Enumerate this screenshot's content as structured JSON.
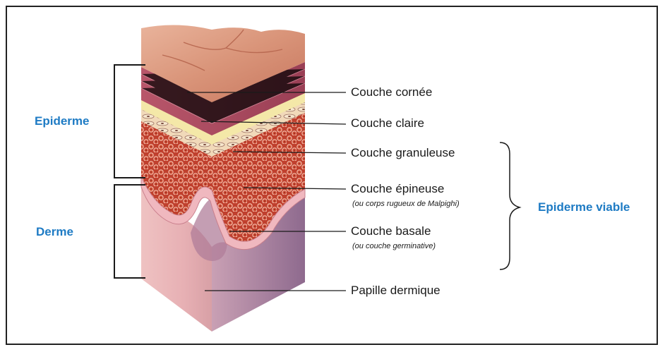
{
  "colors": {
    "accent": "#1e7bc4",
    "line": "#1a1a1a"
  },
  "side_labels": {
    "epiderme": "Epiderme",
    "derme": "Derme",
    "epiderme_viable": "Epiderme viable"
  },
  "layers": {
    "cornee": "Couche cornée",
    "claire": "Couche claire",
    "granuleuse": "Couche granuleuse",
    "epineuse": "Couche épineuse",
    "epineuse_note": "(ou corps rugueux de Malpighi)",
    "basale": "Couche basale",
    "basale_note": "(ou couche germinative)",
    "papille": "Papille dermique"
  }
}
